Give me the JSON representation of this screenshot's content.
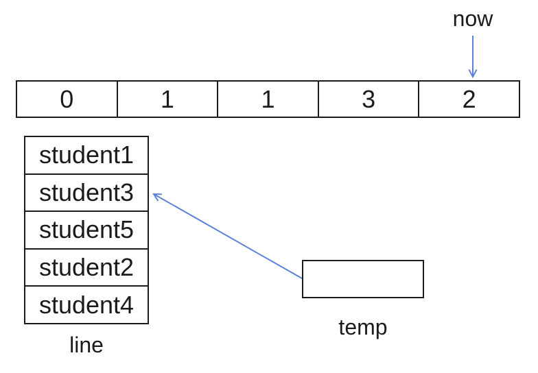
{
  "now_pointer": {
    "label": "now"
  },
  "count_array": {
    "values": [
      "0",
      "1",
      "1",
      "3",
      "2"
    ]
  },
  "line_list": {
    "label": "line",
    "values": [
      "student1",
      "student3",
      "student5",
      "student2",
      "student4"
    ]
  },
  "temp_box": {
    "label": "temp",
    "value": ""
  },
  "colors": {
    "arrow": "#5c80dc",
    "border": "#1a1a1a",
    "text": "#1b1b1b",
    "bg": "#ffffff"
  }
}
